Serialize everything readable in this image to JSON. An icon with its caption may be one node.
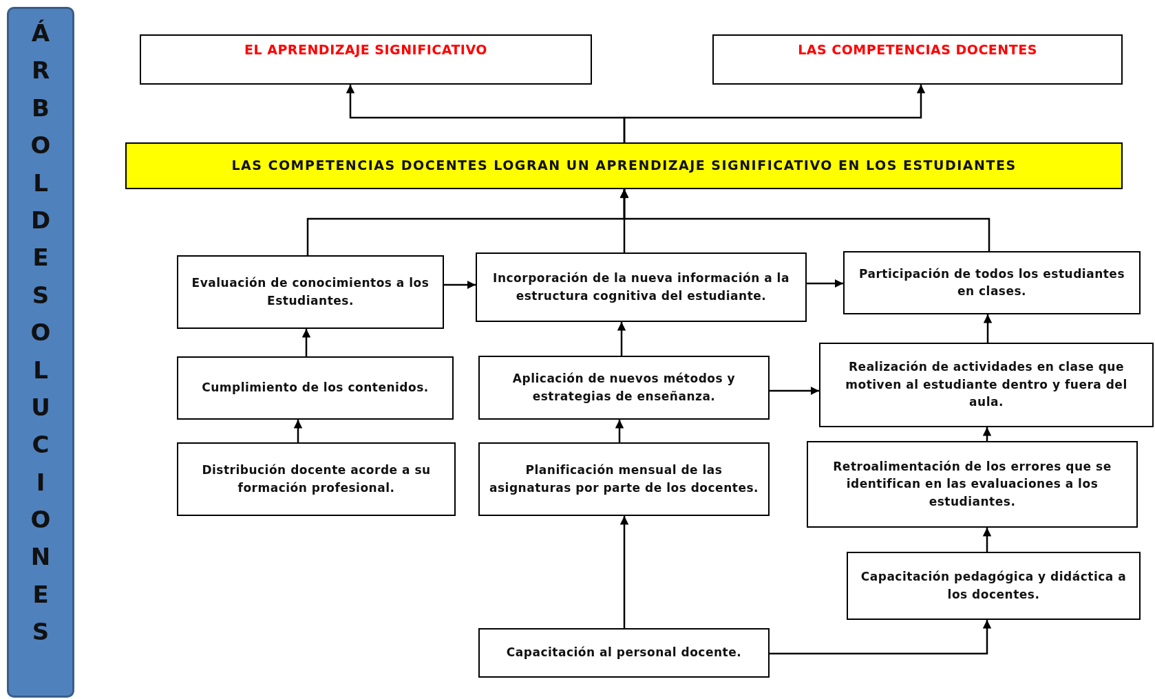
{
  "diagram": {
    "nodes": [
      {
        "text": [
          "ÁRBOL DE SOLUCIONES"
        ]
      },
      {
        "text": [
          "EL APRENDIZAJE SIGNIFICATIVO"
        ]
      },
      {
        "text": [
          "LAS COMPETENCIAS DOCENTES"
        ]
      },
      {
        "text": [
          "LAS COMPETENCIAS DOCENTES LOGRAN UN APRENDIZAJE SIGNIFICATIVO EN LOS ESTUDIANTES"
        ]
      },
      {
        "text": [
          "Evaluación de conocimientos a los Estudiantes."
        ]
      },
      {
        "text": [
          "Incorporación de la nueva información a la estructura cognitiva del estudiante."
        ]
      },
      {
        "text": [
          "Participación de todos los estudiantes en clases."
        ]
      },
      {
        "text": [
          "Cumplimiento de los contenidos."
        ]
      },
      {
        "text": [
          "Aplicación de nuevos métodos y estrategias de enseñanza."
        ]
      },
      {
        "text": [
          "Realización de actividades en clase que motiven al estudiante dentro y fuera del aula."
        ]
      },
      {
        "text": [
          "Distribución docente acorde a su formación profesional."
        ]
      },
      {
        "text": [
          "Planificación mensual de las asignaturas por parte de los docentes."
        ]
      },
      {
        "text": [
          "Retroalimentación de los errores que se identifican en las evaluaciones a los estudiantes."
        ]
      },
      {
        "text": [
          "Capacitación pedagógica y didáctica a los docentes."
        ]
      },
      {
        "text": [
          "Capacitación al personal docente."
        ]
      }
    ],
    "edges": [
      {
        "from": 3,
        "to": 1,
        "arrow": "to"
      },
      {
        "from": 3,
        "to": 2,
        "arrow": "to"
      },
      {
        "from": 4,
        "to": 3,
        "arrow": "to"
      },
      {
        "from": 5,
        "to": 3,
        "arrow": "to"
      },
      {
        "from": 6,
        "to": 3,
        "arrow": "to"
      },
      {
        "from": 4,
        "to": 5,
        "arrow": "to"
      },
      {
        "from": 5,
        "to": 6,
        "arrow": "to"
      },
      {
        "from": 7,
        "to": 4,
        "arrow": "to"
      },
      {
        "from": 8,
        "to": 5,
        "arrow": "to"
      },
      {
        "from": 9,
        "to": 6,
        "arrow": "to"
      },
      {
        "from": 10,
        "to": 7,
        "arrow": "to"
      },
      {
        "from": 11,
        "to": 8,
        "arrow": "to"
      },
      {
        "from": 12,
        "to": 9,
        "arrow": "to"
      },
      {
        "from": 13,
        "to": 12,
        "arrow": "to"
      },
      {
        "from": 8,
        "to": 9,
        "arrow": "to"
      },
      {
        "from": 14,
        "to": 11,
        "arrow": "to"
      },
      {
        "from": 14,
        "to": 13,
        "arrow": "to"
      }
    ]
  }
}
